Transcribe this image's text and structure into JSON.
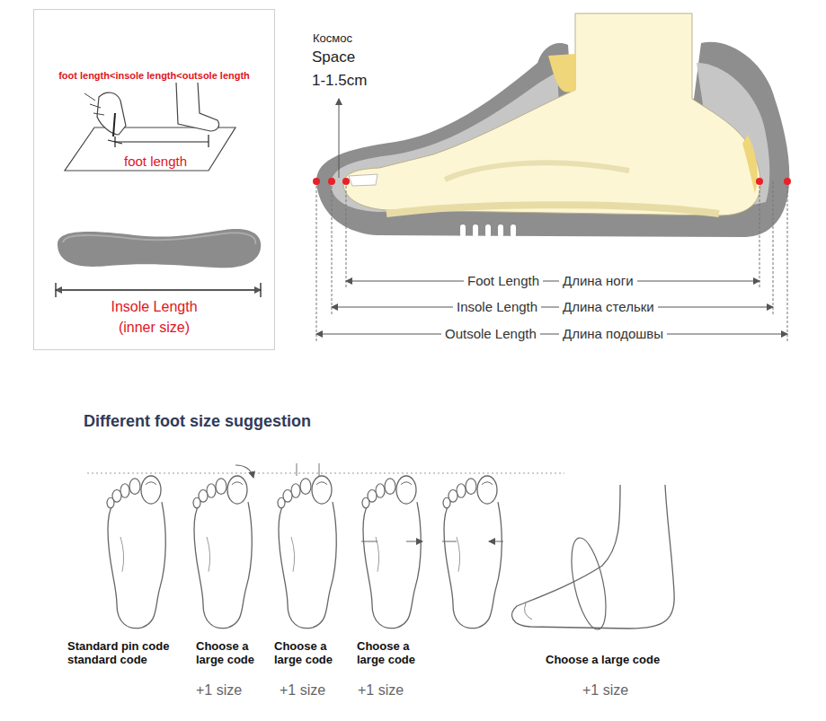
{
  "diagram": {
    "title": "Different foot size suggestion",
    "nodes": [
      {
        "text": [
          "foot length<insole length<outsole length",
          "foot length",
          "Insole Length",
          "(inner size)"
        ]
      }
    ],
    "labels": [
      "Космос",
      "Space",
      "1-1.5cm",
      "Foot Length",
      "Длина ноги",
      "Insole Length",
      "Длина стельки",
      "Outsole Length",
      "Длина подошвы",
      "Standard pin code standard code",
      "Choose a large code",
      "+1 size",
      "Choose a large code",
      "+1 size",
      "Choose a large code",
      "+1 size",
      "Choose a large code",
      "+1 size"
    ]
  }
}
